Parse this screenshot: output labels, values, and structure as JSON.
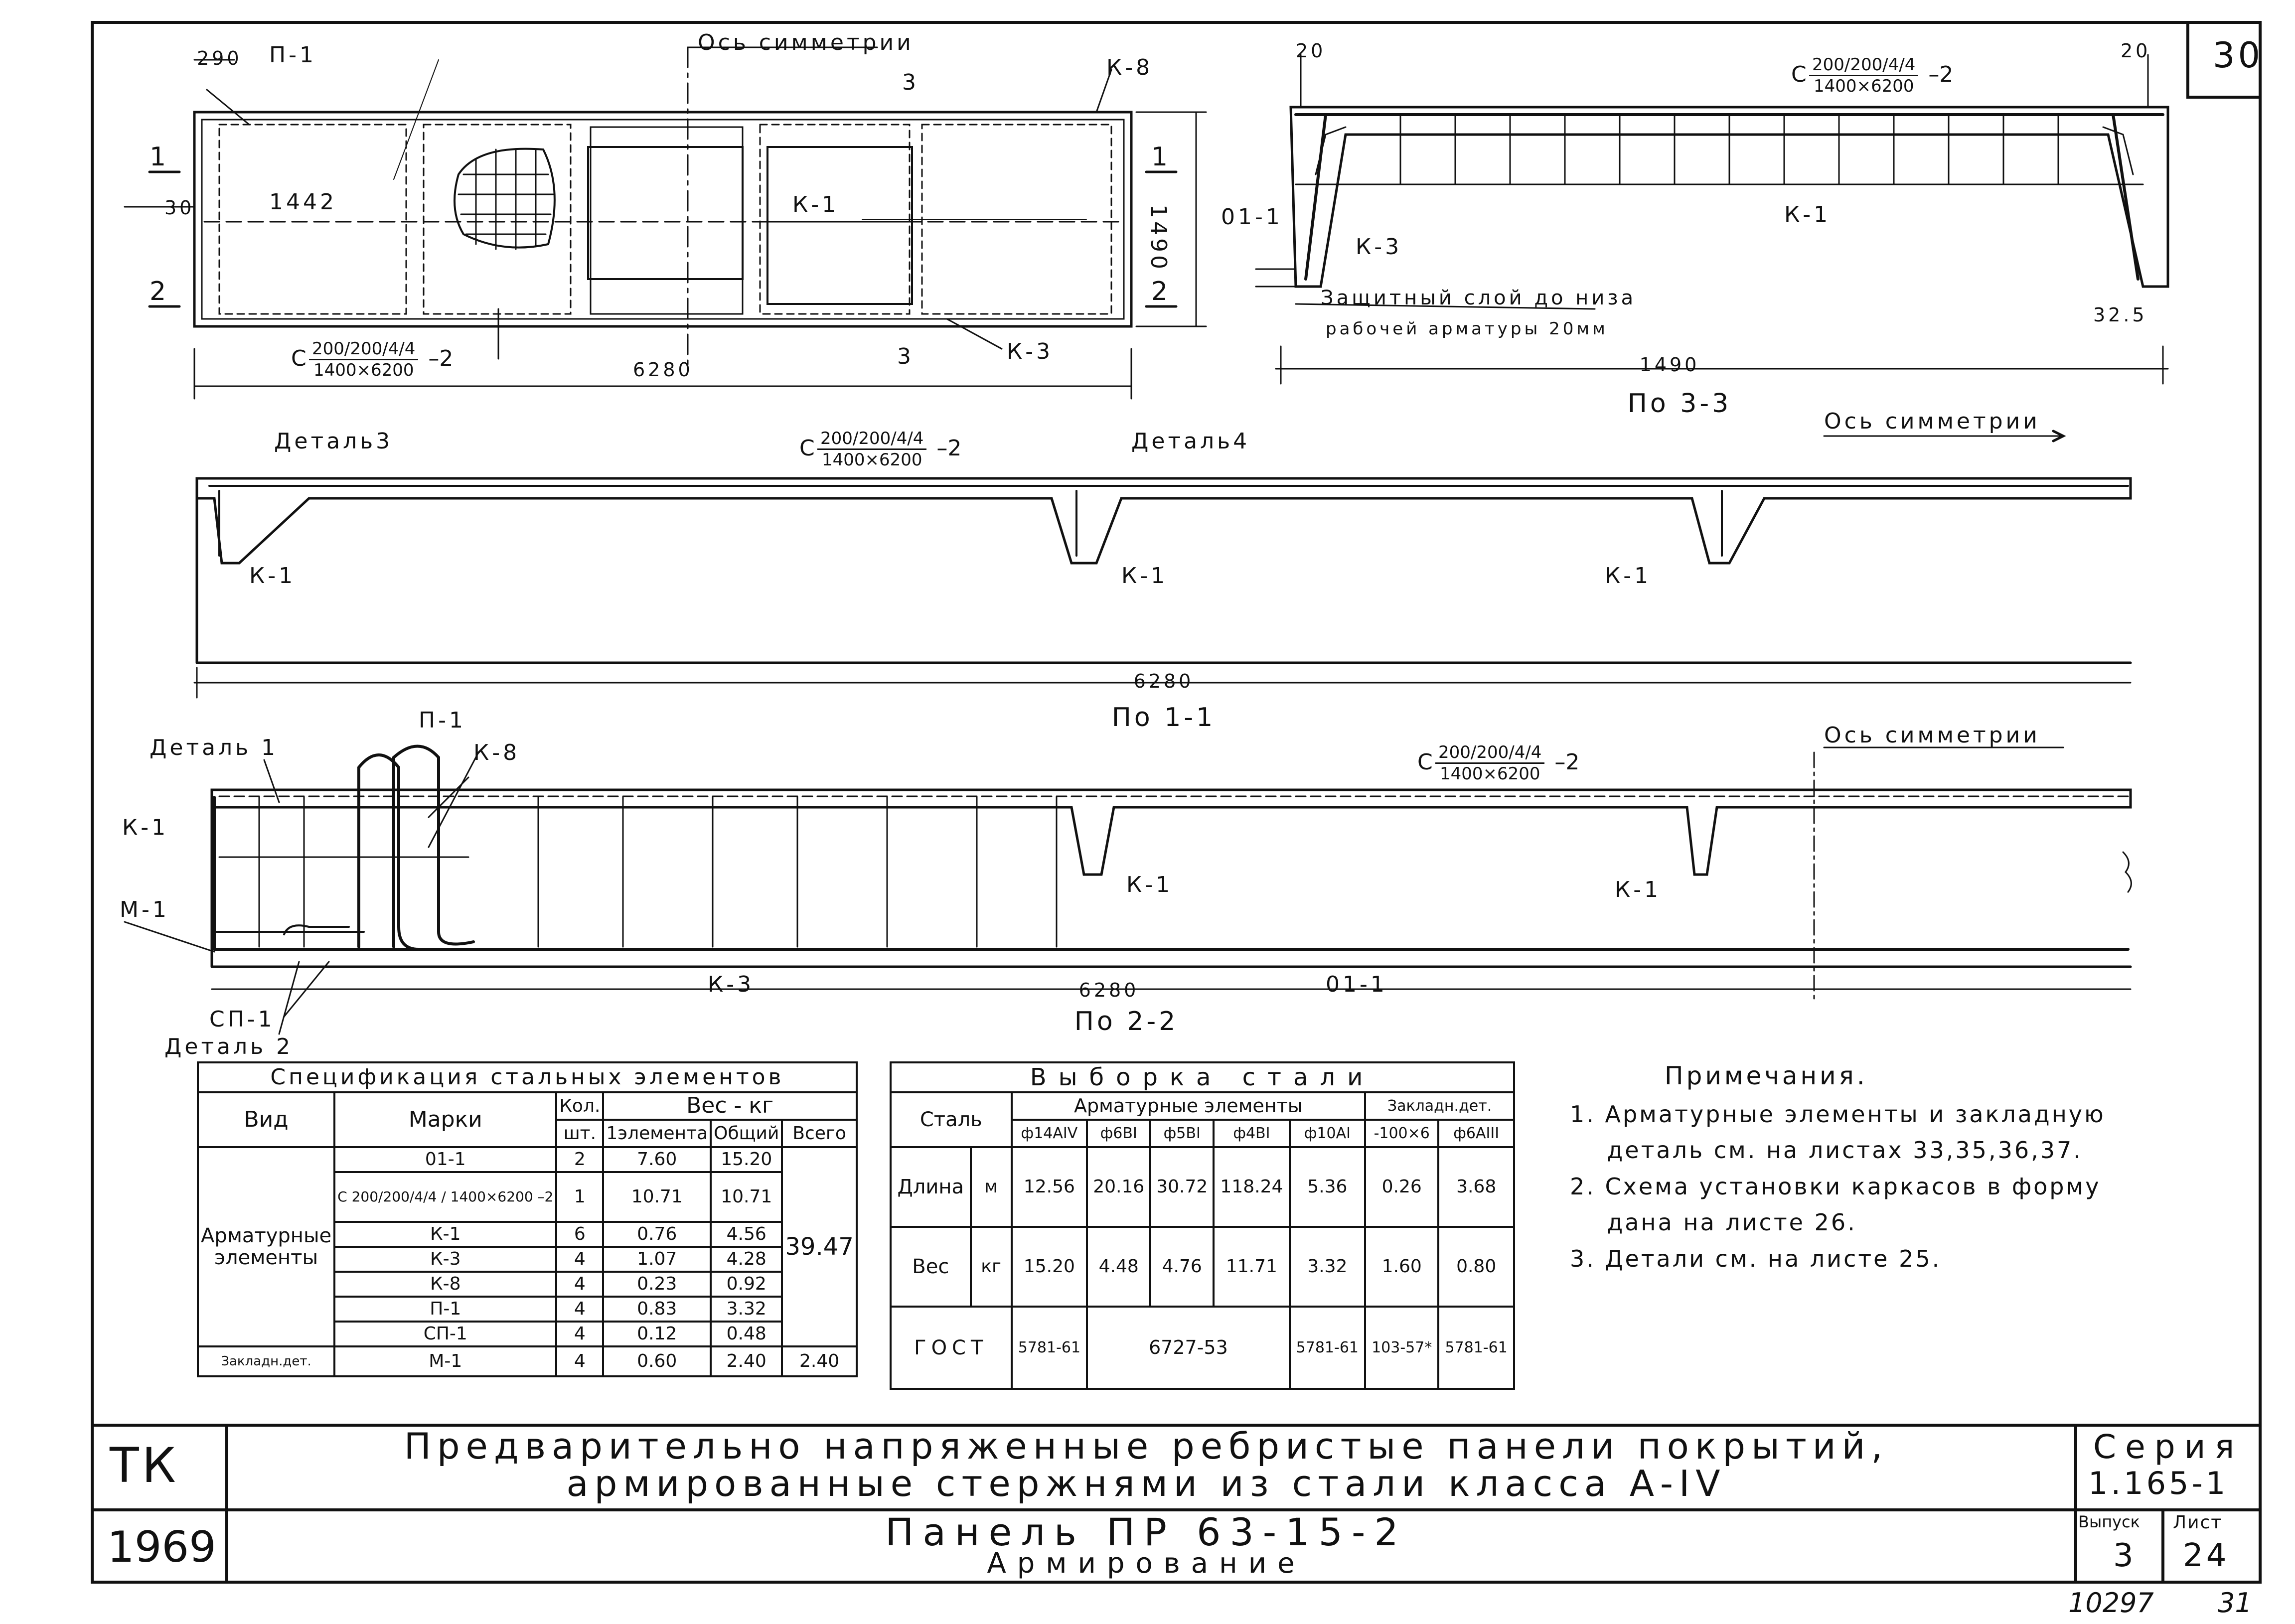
{
  "sheet_corner_number": "30",
  "plan": {
    "dim_290": "290",
    "label_p1": "П-1",
    "axis_symmetry": "Ось симметрии",
    "cut_3": "3",
    "label_k8": "К-8",
    "section_1": "1",
    "section_2": "2",
    "dim_1442": "1442",
    "dim_30": "30",
    "label_k1": "К-1",
    "dim_1490": "1490",
    "label_k3": "К-3",
    "dim_6280": "6280",
    "mesh": {
      "prefix": "С",
      "num": "200/200/4/4",
      "den": "1400×6200",
      "suffix": "–2"
    }
  },
  "section33": {
    "dim_20_left": "20",
    "dim_20_right": "20",
    "mesh": {
      "prefix": "С",
      "num": "200/200/4/4",
      "den": "1400×6200",
      "suffix": "–2"
    },
    "label_k1": "К-1",
    "label_o11": "01-1",
    "label_k3": "К-3",
    "cover_line1": "Защитный слой до низа",
    "cover_line2": "рабочей арматуры 20мм",
    "dim_325": "32.5",
    "dim_1490": "1490",
    "caption": "По 3-3"
  },
  "section11": {
    "axis_symmetry": "Ось симметрии",
    "detail3": "Деталь3",
    "detail4": "Деталь4",
    "mesh": {
      "prefix": "С",
      "num": "200/200/4/4",
      "den": "1400×6200",
      "suffix": "–2"
    },
    "k1_a": "К-1",
    "k1_b": "К-1",
    "k1_c": "К-1",
    "dim_6280": "6280",
    "caption": "По 1-1"
  },
  "section22": {
    "axis_symmetry": "Ось симметрии",
    "detail1": "Деталь 1",
    "label_p1": "П-1",
    "label_k8": "К-8",
    "label_k1_left": "К-1",
    "label_m1": "М-1",
    "mesh": {
      "prefix": "С",
      "num": "200/200/4/4",
      "den": "1400×6200",
      "suffix": "–2"
    },
    "k1_a": "К-1",
    "k1_b": "К-1",
    "label_k3": "К-3",
    "label_o11": "01-1",
    "dim_6280": "6280",
    "caption": "По 2-2",
    "label_sp1": "СП-1",
    "detail2": "Деталь 2"
  },
  "spec_table": {
    "title": "Спецификация стальных элементов",
    "h_kind": "Вид",
    "h_mark": "Марки",
    "h_qty": "Кол.",
    "h_qty_unit": "шт.",
    "h_weight": "Вес - кг",
    "h_per_el": "1элемента",
    "h_total": "Общий",
    "h_all": "Всего",
    "group_armature": "Арматурные элементы",
    "group_embedded": "Закладн.дет.",
    "rows": [
      {
        "mark": "01-1",
        "qty": "2",
        "per": "7.60",
        "total": "15.20"
      },
      {
        "mark": "С 200/200/4/4 / 1400×6200 –2",
        "qty": "1",
        "per": "10.71",
        "total": "10.71"
      },
      {
        "mark": "К-1",
        "qty": "6",
        "per": "0.76",
        "total": "4.56"
      },
      {
        "mark": "К-3",
        "qty": "4",
        "per": "1.07",
        "total": "4.28"
      },
      {
        "mark": "К-8",
        "qty": "4",
        "per": "0.23",
        "total": "0.92"
      },
      {
        "mark": "П-1",
        "qty": "4",
        "per": "0.83",
        "total": "3.32"
      },
      {
        "mark": "СП-1",
        "qty": "4",
        "per": "0.12",
        "total": "0.48"
      }
    ],
    "armature_sum": "39.47",
    "embedded_row": {
      "mark": "М-1",
      "qty": "4",
      "per": "0.60",
      "total": "2.40",
      "all": "2.40"
    }
  },
  "steel_table": {
    "title": "Выборка стали",
    "h_steel": "Сталь",
    "h_arm": "Арматурные элементы",
    "h_emb": "Закладн.дет.",
    "cols": [
      "ф14АIV",
      "ф6ВI",
      "ф5ВI",
      "ф4ВI",
      "ф10АI",
      "-100×6",
      "ф6АIII"
    ],
    "length_label": "Длина",
    "length_unit": "м",
    "length_values": [
      "12.56",
      "20.16",
      "30.72",
      "118.24",
      "5.36",
      "0.26",
      "3.68"
    ],
    "weight_label": "Вес",
    "weight_unit": "кг",
    "weight_values": [
      "15.20",
      "4.48",
      "4.76",
      "11.71",
      "3.32",
      "1.60",
      "0.80"
    ],
    "gost_label": "ГОСТ",
    "gost_values": [
      "5781-61",
      "6727-53",
      "5781-61",
      "103-57*",
      "5781-61"
    ]
  },
  "notes": {
    "title": "Примечания.",
    "items": [
      "1. Арматурные элементы и закладную\n    деталь см. на листах 33,35,36,37.",
      "2. Схема установки каркасов в форму\n    дана на листе 26.",
      "3. Детали см. на листе 25."
    ]
  },
  "title_block": {
    "org": "ТК",
    "year": "1969",
    "title_line1": "Предварительно напряженные ребристые панели покрытий,",
    "title_line2": "армированные стержнями из стали класса А-IV",
    "panel": "Панель ПР 63-15-2",
    "subtitle": "Армирование",
    "series_label": "Серия",
    "series_value": "1.165-1",
    "issue_label": "Выпуск",
    "issue_value": "3",
    "sheet_label": "Лист",
    "sheet_value": "24"
  },
  "footer": {
    "archive_no": "10297",
    "page": "31"
  }
}
